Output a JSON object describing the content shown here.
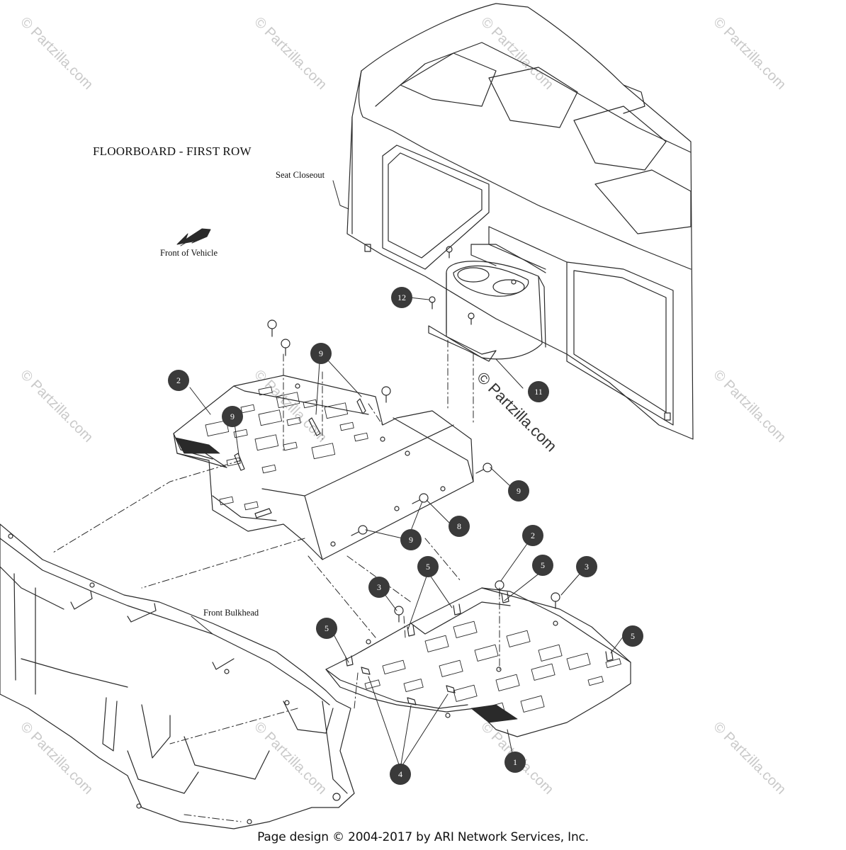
{
  "diagram": {
    "title": "FLOORBOARD - FIRST ROW",
    "labels": {
      "seat_closeout": "Seat Closeout",
      "front_of_vehicle": "Front of Vehicle",
      "front_bulkhead": "Front Bulkhead"
    },
    "callouts": [
      {
        "id": "c12",
        "num": "12"
      },
      {
        "id": "c11",
        "num": "11"
      },
      {
        "id": "c9a",
        "num": "9"
      },
      {
        "id": "c2a",
        "num": "2"
      },
      {
        "id": "c9b",
        "num": "9"
      },
      {
        "id": "c9c",
        "num": "9"
      },
      {
        "id": "c8",
        "num": "8"
      },
      {
        "id": "c9d",
        "num": "9"
      },
      {
        "id": "c2b",
        "num": "2"
      },
      {
        "id": "c5a",
        "num": "5"
      },
      {
        "id": "c5b",
        "num": "5"
      },
      {
        "id": "c3a",
        "num": "3"
      },
      {
        "id": "c3b",
        "num": "3"
      },
      {
        "id": "c5c",
        "num": "5"
      },
      {
        "id": "c5d",
        "num": "5"
      },
      {
        "id": "c1",
        "num": "1"
      },
      {
        "id": "c4",
        "num": "4"
      }
    ]
  },
  "watermark": {
    "text": "© Partzilla.com",
    "center_text": "© Partzilla.com"
  },
  "footer": {
    "text": "Page design © 2004-2017 by ARI Network Services, Inc."
  },
  "colors": {
    "line": "#2a2a2a",
    "callout_fill": "#3a3a3a",
    "callout_text": "#ffffff",
    "watermark": "#c9c9c9"
  }
}
